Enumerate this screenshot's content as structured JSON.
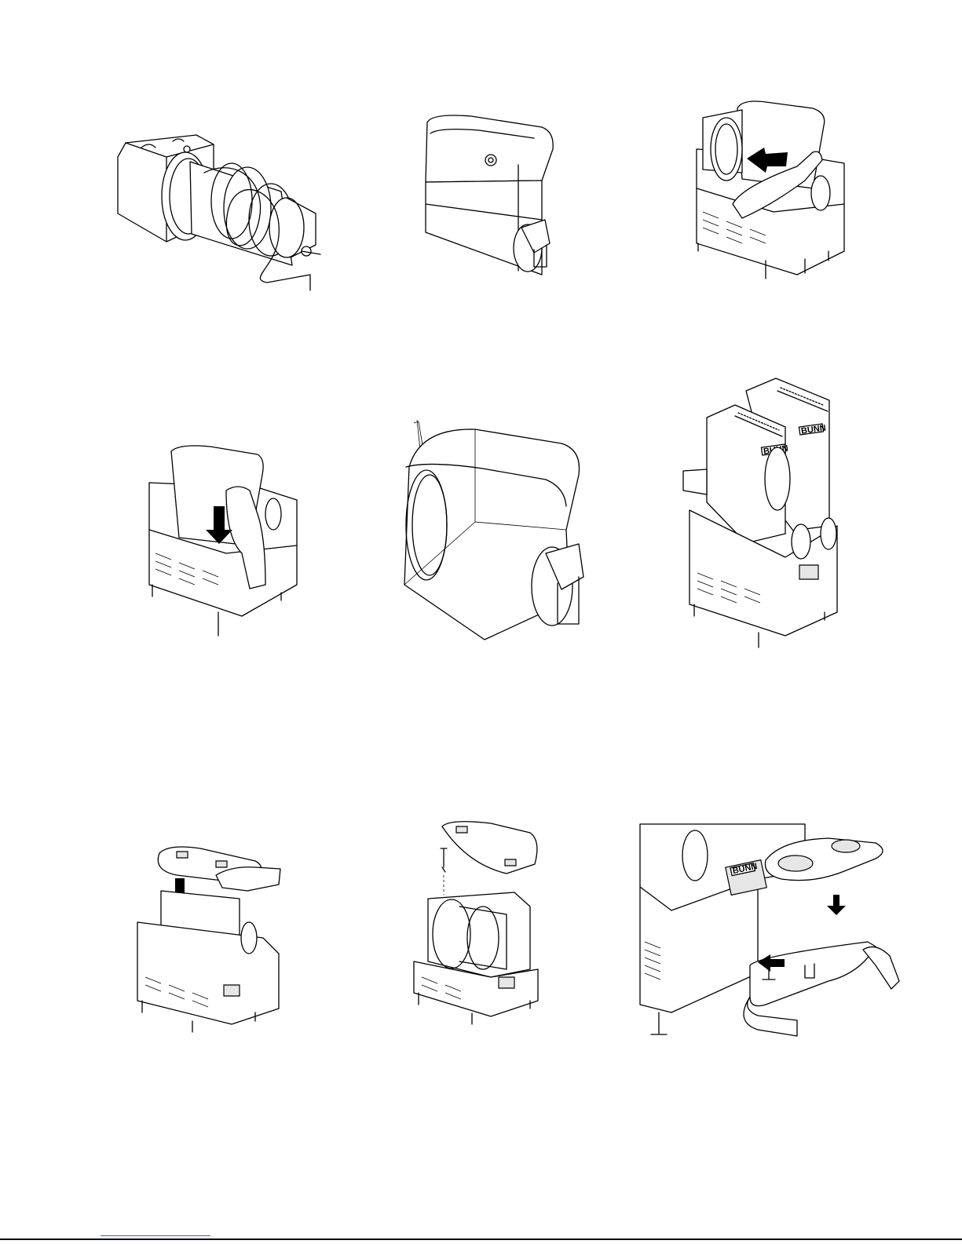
{
  "figures": [
    {
      "id": "fig-auger-insert",
      "arrow": "left"
    },
    {
      "id": "fig-hopper-bowl",
      "arrow": null
    },
    {
      "id": "fig-install-bowl-hand",
      "arrow": "left"
    },
    {
      "id": "fig-lower-bowl-hand",
      "arrow": "down"
    },
    {
      "id": "fig-bowl-gasket",
      "arrow": null
    },
    {
      "id": "fig-two-hopper-dispenser",
      "arrow": null
    },
    {
      "id": "fig-place-lid",
      "arrow": "down"
    },
    {
      "id": "fig-lid-screw",
      "arrow": null
    },
    {
      "id": "fig-drip-tray",
      "arrow": "down"
    }
  ],
  "brand": {
    "logo_text": "BUNN"
  },
  "colors": {
    "line": "#000000",
    "paper": "#ffffff",
    "footer_link": "#3b57ff"
  }
}
